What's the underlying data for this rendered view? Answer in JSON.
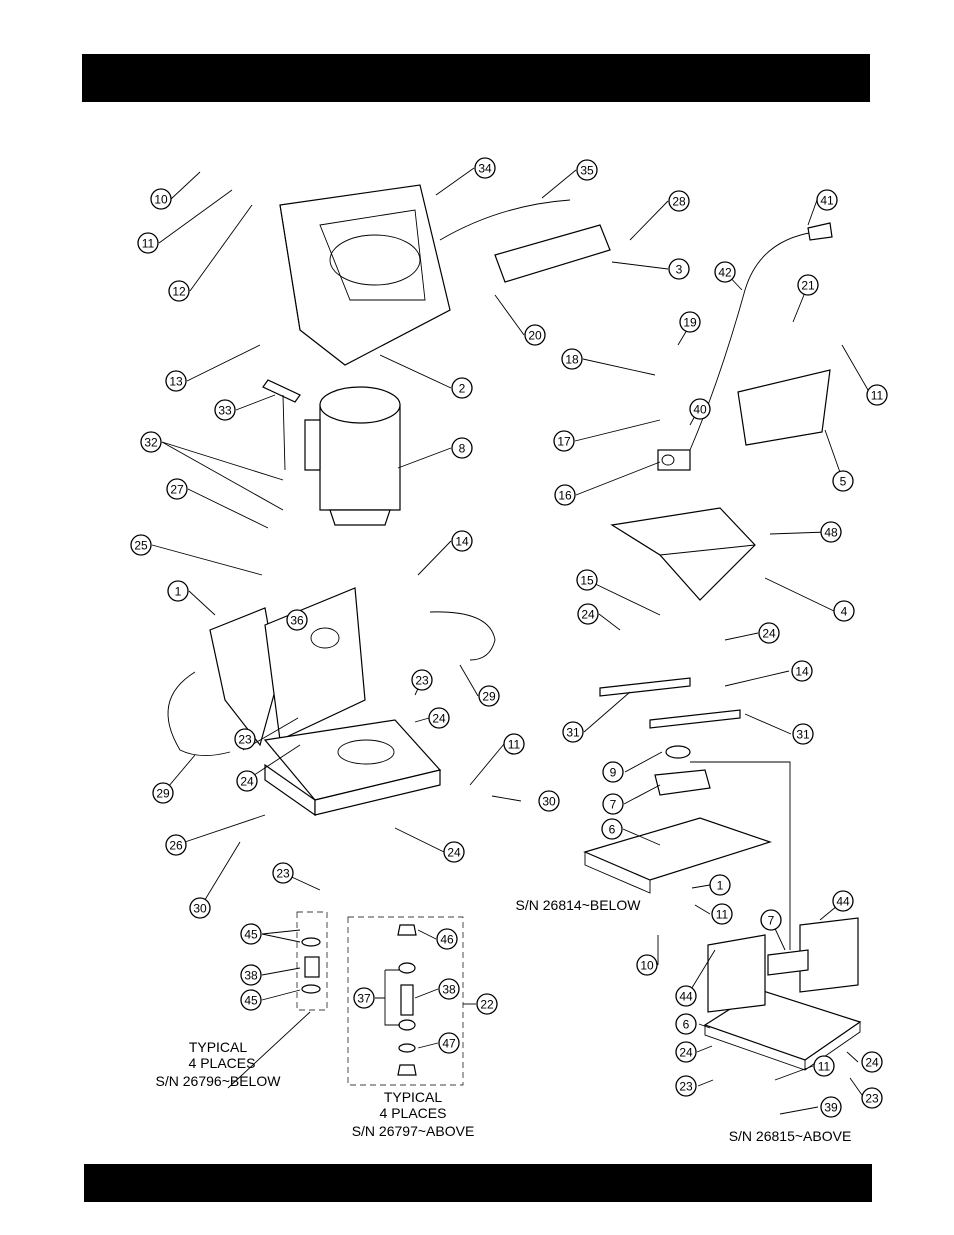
{
  "callouts": [
    {
      "n": "10"
    },
    {
      "n": "11"
    },
    {
      "n": "12"
    },
    {
      "n": "13"
    },
    {
      "n": "2"
    },
    {
      "n": "33"
    },
    {
      "n": "32"
    },
    {
      "n": "27"
    },
    {
      "n": "25"
    },
    {
      "n": "1"
    },
    {
      "n": "36"
    },
    {
      "n": "8"
    },
    {
      "n": "14"
    },
    {
      "n": "34"
    },
    {
      "n": "35"
    },
    {
      "n": "28"
    },
    {
      "n": "3"
    },
    {
      "n": "20"
    },
    {
      "n": "23"
    },
    {
      "n": "24"
    },
    {
      "n": "29"
    },
    {
      "n": "23"
    },
    {
      "n": "24"
    },
    {
      "n": "11"
    },
    {
      "n": "30"
    },
    {
      "n": "29"
    },
    {
      "n": "26"
    },
    {
      "n": "24"
    },
    {
      "n": "30"
    },
    {
      "n": "23"
    },
    {
      "n": "45"
    },
    {
      "n": "38"
    },
    {
      "n": "45"
    },
    {
      "n": "46"
    },
    {
      "n": "38"
    },
    {
      "n": "37"
    },
    {
      "n": "22"
    },
    {
      "n": "47"
    },
    {
      "n": "41"
    },
    {
      "n": "42"
    },
    {
      "n": "21"
    },
    {
      "n": "11"
    },
    {
      "n": "19"
    },
    {
      "n": "18"
    },
    {
      "n": "40"
    },
    {
      "n": "17"
    },
    {
      "n": "16"
    },
    {
      "n": "5"
    },
    {
      "n": "48"
    },
    {
      "n": "15"
    },
    {
      "n": "4"
    },
    {
      "n": "24"
    },
    {
      "n": "24"
    },
    {
      "n": "14"
    },
    {
      "n": "31"
    },
    {
      "n": "31"
    },
    {
      "n": "9"
    },
    {
      "n": "7"
    },
    {
      "n": "6"
    },
    {
      "n": "1"
    },
    {
      "n": "11"
    },
    {
      "n": "10"
    },
    {
      "n": "7"
    },
    {
      "n": "44"
    },
    {
      "n": "44"
    },
    {
      "n": "6"
    },
    {
      "n": "24"
    },
    {
      "n": "11"
    },
    {
      "n": "24"
    },
    {
      "n": "23"
    },
    {
      "n": "23"
    },
    {
      "n": "39"
    }
  ],
  "notes": {
    "typical_left": [
      "TYPICAL",
      "4 PLACES",
      "S/N 26796~BELOW"
    ],
    "typical_center": [
      "TYPICAL",
      "4 PLACES",
      "S/N 26797~ABOVE"
    ],
    "sn_below": "S/N 26814~BELOW",
    "sn_above": "S/N 26815~ABOVE"
  }
}
